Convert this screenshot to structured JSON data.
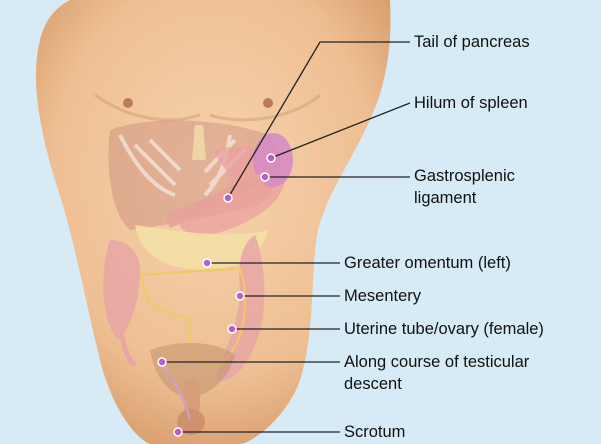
{
  "labels": {
    "tail_of_pancreas": "Tail of pancreas",
    "hilum_of_spleen": "Hilum of spleen",
    "gastrosplenic_1": "Gastrosplenic",
    "gastrosplenic_2": "ligament",
    "greater_omentum": "Greater omentum (left)",
    "mesentery": "Mesentery",
    "uterine_tube": "Uterine tube/ovary (female)",
    "testicular_1": "Along course of testicular",
    "testicular_2": "descent",
    "scrotum": "Scrotum"
  },
  "colors": {
    "background": "#d6ebf5",
    "skin": "#f2c9a0",
    "skin_shadow": "#e3ab7f",
    "organ_pink": "#e8a6a6",
    "spleen": "#d98ac8",
    "omentum": "#f0e0a0",
    "leader": "#222222",
    "marker": "#a84fb8"
  }
}
